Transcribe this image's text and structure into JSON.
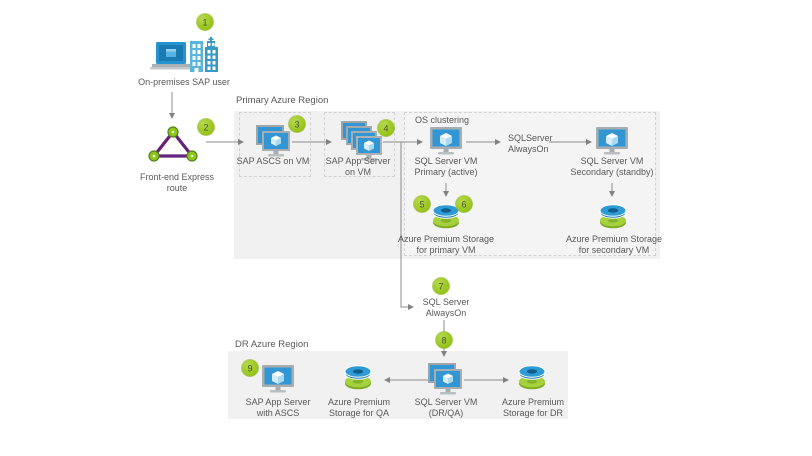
{
  "colors": {
    "badge_green": "#99c61f",
    "region_fill": "#f1f1f1",
    "dashed_border": "#d2d2d2",
    "arrow_gray": "#828282",
    "text_gray": "#595959",
    "azure_blue": "#3296d4",
    "storage_green": "#9dc935",
    "expressroute_purple": "#68217a"
  },
  "badges": [
    "1",
    "2",
    "3",
    "4",
    "5",
    "6",
    "7",
    "8",
    "9"
  ],
  "regions": {
    "primary": {
      "label": "Primary Azure Region"
    },
    "os_clustering": {
      "label": "OS clustering"
    },
    "dr": {
      "label": "DR Azure Region"
    }
  },
  "nodes": {
    "on_prem_user": {
      "label": "On-premises SAP user"
    },
    "expressroute": {
      "label": "Front-end Express\nroute"
    },
    "sap_ascs": {
      "label": "SAP ASCS on VM"
    },
    "sap_app_server": {
      "label": "SAP App Server\non VM"
    },
    "sql_primary": {
      "label": "SQL Server VM\nPrimary (active)"
    },
    "sqlserver_alwayson": {
      "label": "SQLServer\nAlwaysOn"
    },
    "sql_secondary": {
      "label": "SQL Server VM\nSecondary (standby)"
    },
    "storage_primary": {
      "label": "Azure Premium Storage\nfor primary VM"
    },
    "storage_secondary": {
      "label": "Azure Premium Storage\nfor secondary VM"
    },
    "sql_alwayson_branch": {
      "label": "SQL Server\nAlwaysOn"
    },
    "sap_app_dr": {
      "label": "SAP App Server\nwith ASCS"
    },
    "storage_qa": {
      "label": "Azure Premium\nStorage for QA"
    },
    "sql_dr": {
      "label": "SQL Server VM\n(DR/QA)"
    },
    "storage_dr": {
      "label": "Azure Premium\nStorage for DR"
    }
  }
}
